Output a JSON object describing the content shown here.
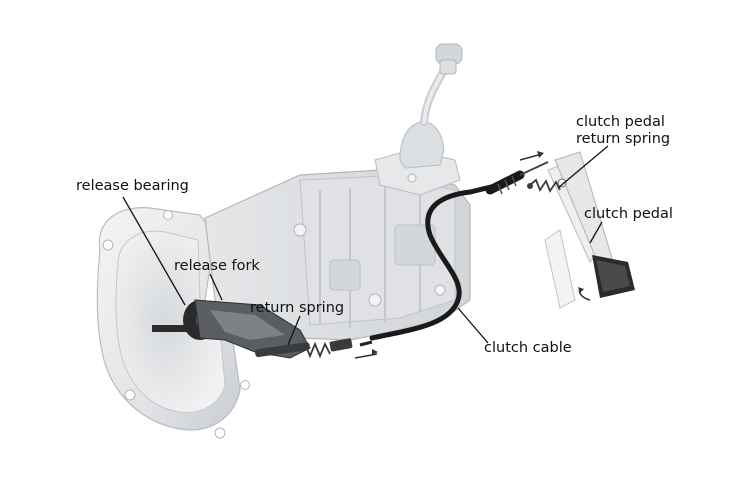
{
  "labels": {
    "release_bearing": "release bearing",
    "release_fork": "release fork",
    "return_spring": "return spring",
    "clutch_cable": "clutch cable",
    "clutch_pedal": "clutch pedal",
    "clutch_pedal_return_spring_line1": "clutch pedal",
    "clutch_pedal_return_spring_line2": "return spring"
  },
  "colors": {
    "housing": "#e9ebec",
    "housing_shade": "#cfd2d5",
    "cable": "#1a1a1a",
    "text": "#111111"
  }
}
